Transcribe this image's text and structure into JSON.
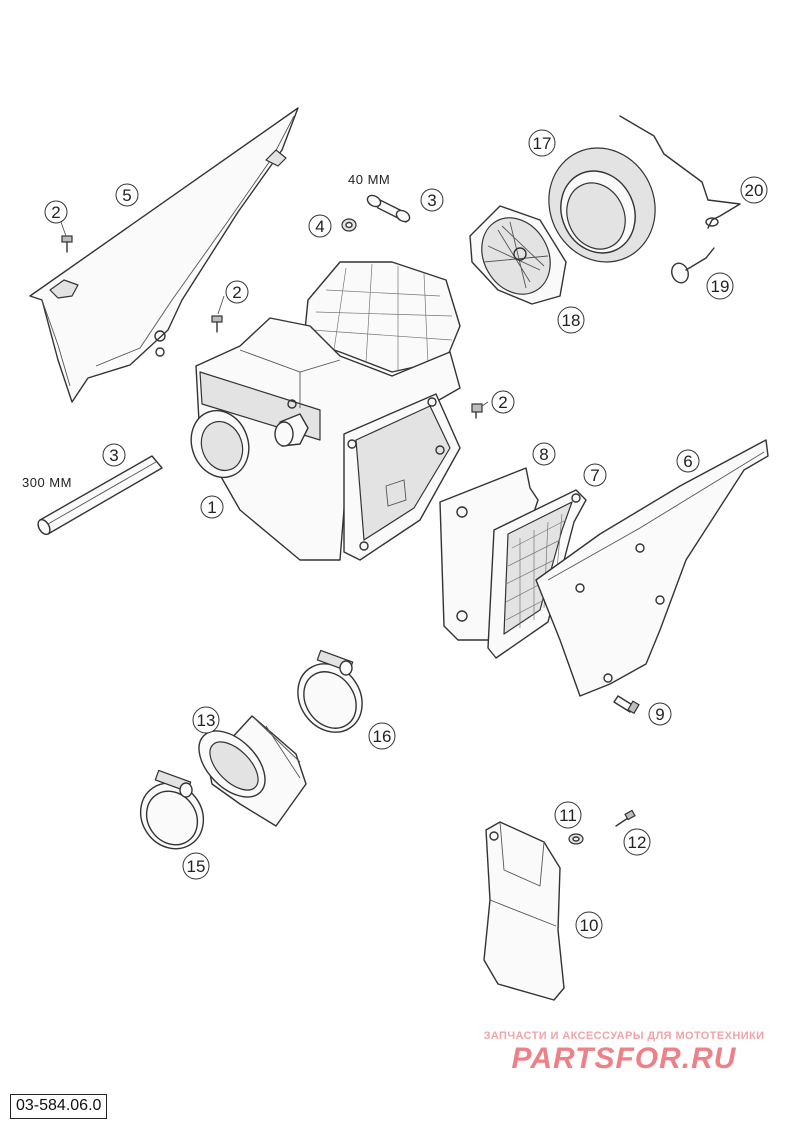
{
  "drawing": {
    "code": "03-584.06.0",
    "dimensions": {
      "hose_short": "40 MM",
      "hose_long": "300 MM"
    }
  },
  "callouts": [
    {
      "id": "1",
      "label": "1"
    },
    {
      "id": "2a",
      "label": "2"
    },
    {
      "id": "2b",
      "label": "2"
    },
    {
      "id": "2c",
      "label": "2"
    },
    {
      "id": "3a",
      "label": "3"
    },
    {
      "id": "3b",
      "label": "3"
    },
    {
      "id": "4",
      "label": "4"
    },
    {
      "id": "5",
      "label": "5"
    },
    {
      "id": "6",
      "label": "6"
    },
    {
      "id": "7",
      "label": "7"
    },
    {
      "id": "8",
      "label": "8"
    },
    {
      "id": "9",
      "label": "9"
    },
    {
      "id": "10",
      "label": "10"
    },
    {
      "id": "11",
      "label": "11"
    },
    {
      "id": "12",
      "label": "12"
    },
    {
      "id": "13",
      "label": "13"
    },
    {
      "id": "15",
      "label": "15"
    },
    {
      "id": "16",
      "label": "16"
    },
    {
      "id": "17",
      "label": "17"
    },
    {
      "id": "18",
      "label": "18"
    },
    {
      "id": "19",
      "label": "19"
    },
    {
      "id": "20",
      "label": "20"
    }
  ],
  "watermark": {
    "tagline": "ЗАПЧАСТИ И АКСЕССУАРЫ ДЛЯ МОТОТЕХНИКИ",
    "brand": "PARTSFOR.RU"
  }
}
